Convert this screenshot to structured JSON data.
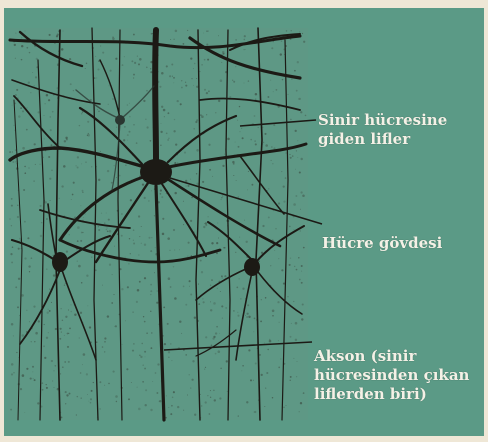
{
  "labels": {
    "fibers": {
      "line1": "Sinir hücresine",
      "line2": "giden lifler"
    },
    "cell_body": {
      "line1": "Hücre gövdesi"
    },
    "axon": {
      "line1": "Akson (sinir",
      "line2": "hücresinden çıkan",
      "line3": "liflerden biri)"
    }
  },
  "colors": {
    "background": "#5b9a86",
    "frame": "#e9e1cf",
    "neuron": "#1c1a15",
    "speckle": "#3a4a40"
  }
}
